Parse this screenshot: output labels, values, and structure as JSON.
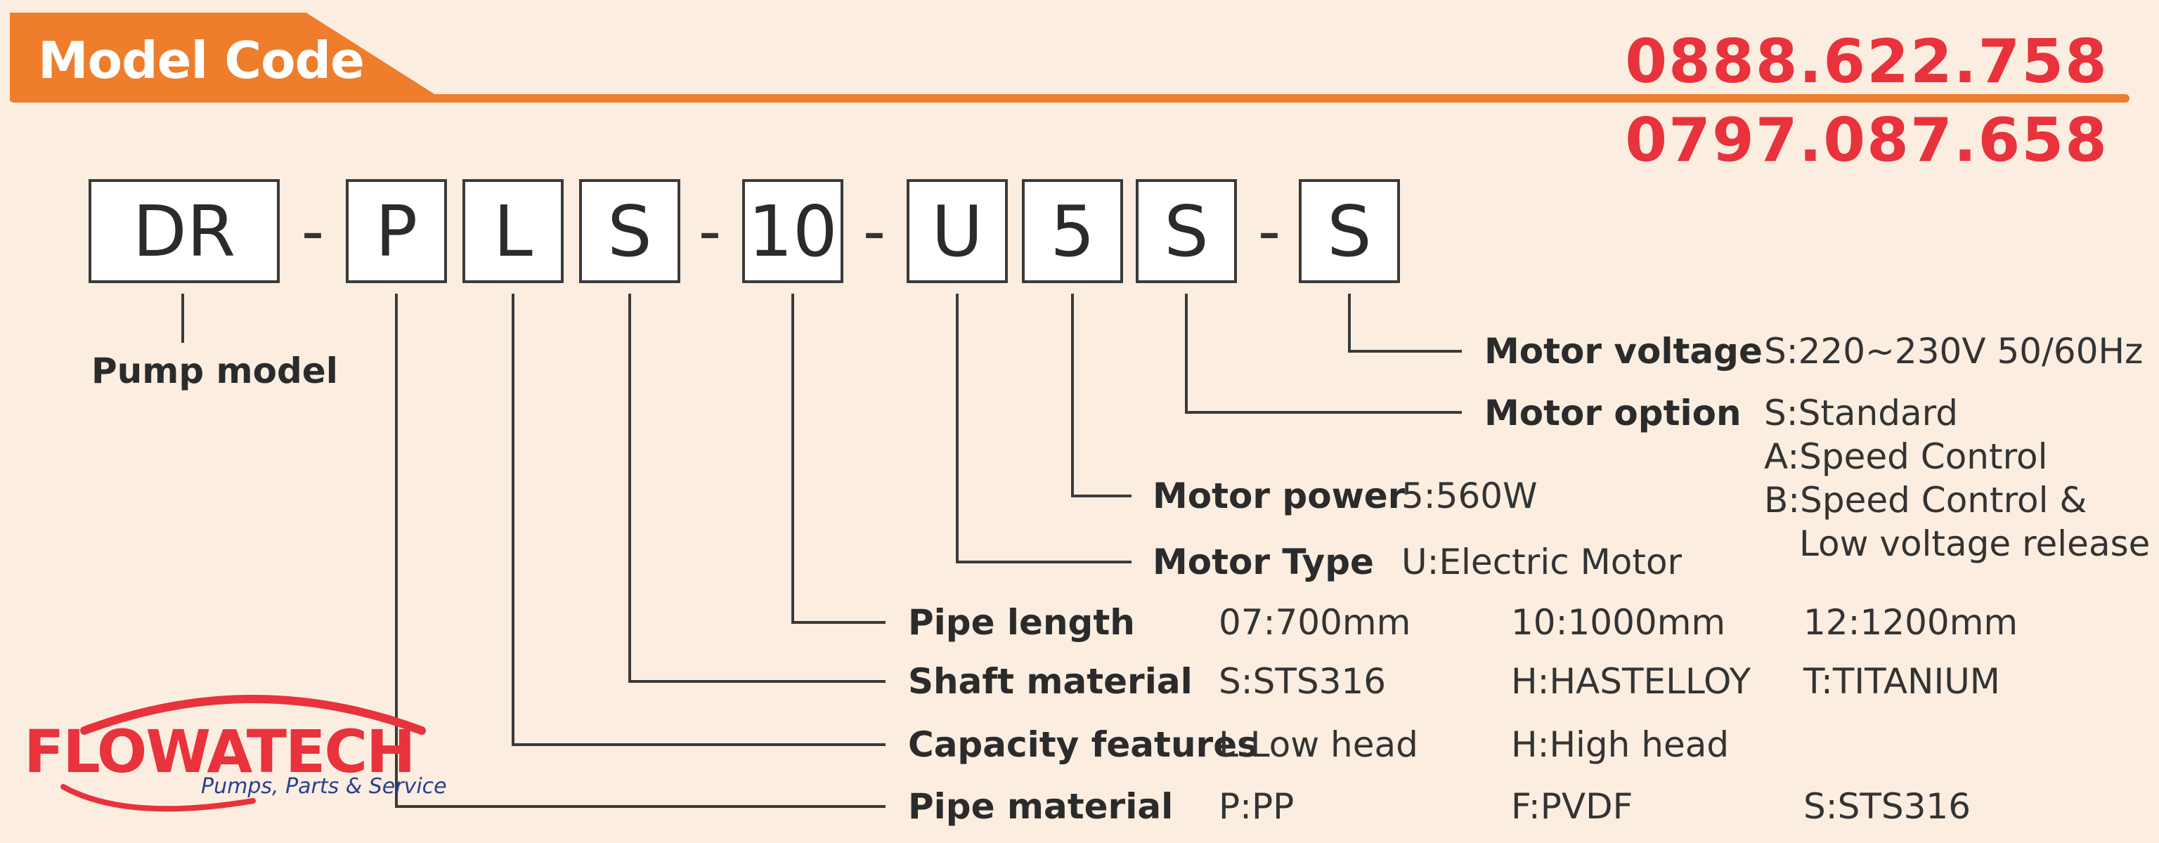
{
  "header": {
    "title": "Model Code",
    "phones": [
      "0888.622.758",
      "0797.087.658"
    ]
  },
  "code": {
    "segments": [
      "DR",
      "P",
      "L",
      "S",
      "10",
      "U",
      "5",
      "S",
      "S"
    ],
    "separator": "-"
  },
  "pump_model_label": "Pump model",
  "fields": {
    "motor_voltage": {
      "label": "Motor voltage",
      "values": [
        "S:220~230V  50/60Hz"
      ]
    },
    "motor_option": {
      "label": "Motor option",
      "values": [
        "S:Standard",
        "A:Speed Control",
        "B:Speed Control &",
        "Low voltage release"
      ]
    },
    "motor_power": {
      "label": "Motor power",
      "values": [
        "5:560W"
      ]
    },
    "motor_type": {
      "label": "Motor Type",
      "values": [
        "U:Electric Motor"
      ]
    },
    "pipe_length": {
      "label": "Pipe length",
      "values": [
        "07:700mm",
        "10:1000mm",
        "12:1200mm"
      ]
    },
    "shaft_material": {
      "label": "Shaft material",
      "values": [
        "S:STS316",
        "H:HASTELLOY",
        "T:TITANIUM"
      ]
    },
    "capacity_features": {
      "label": "Capacity features",
      "values": [
        "L:Low head",
        "H:High head"
      ]
    },
    "pipe_material": {
      "label": "Pipe material",
      "values": [
        "P:PP",
        "F:PVDF",
        "S:STS316"
      ]
    }
  },
  "logo": {
    "brand": "FLOWATECH",
    "tagline": "Pumps, Parts & Service"
  },
  "colors": {
    "accent": "#ee7d2c",
    "phone": "#e8323c",
    "background": "#fbeee1",
    "logo_blue": "#2a3f8f"
  }
}
